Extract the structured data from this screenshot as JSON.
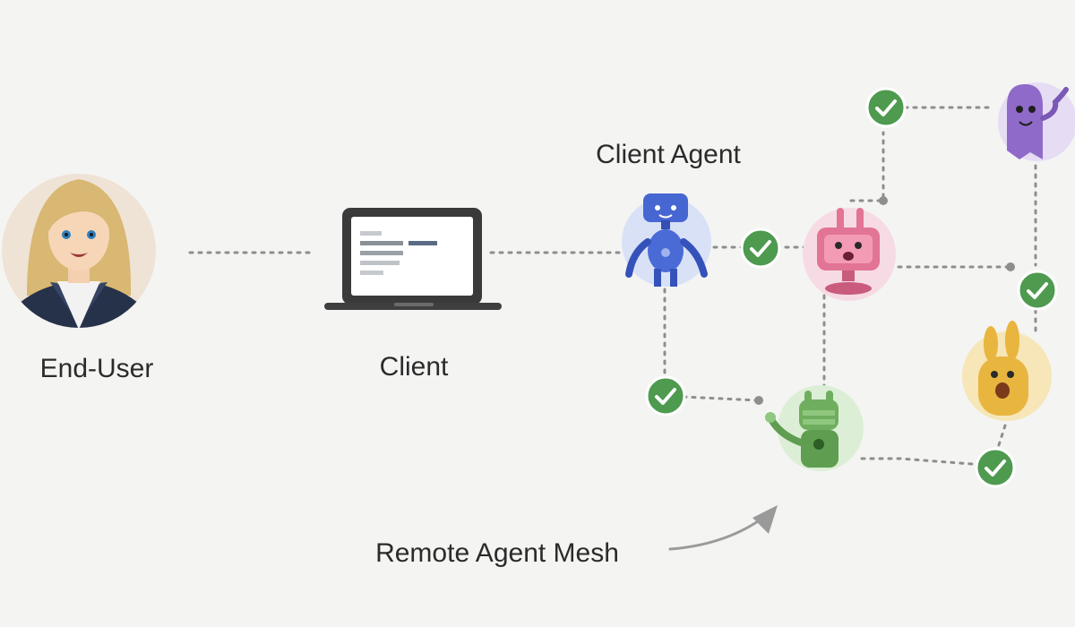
{
  "labels": {
    "end_user": "End-User",
    "client": "Client",
    "client_agent": "Client Agent",
    "mesh": "Remote Agent Mesh"
  },
  "icons": {
    "end_user": "user-avatar-icon",
    "client": "laptop-icon",
    "client_agent": "blue-robot-agent-icon",
    "remote_agents": [
      "purple-ghost-agent-icon",
      "pink-rabbit-robot-agent-icon",
      "yellow-bunny-agent-icon",
      "green-robot-agent-icon"
    ],
    "check": "checkmark-icon"
  },
  "colors": {
    "background": "#f4f4f3",
    "link": "#8e8e8e",
    "check": "#4e9a4f",
    "client_agent": "#4666d2",
    "agent_purple": "#8f6ac8",
    "agent_pink": "#e27495",
    "agent_yellow": "#e8b53f",
    "agent_green": "#6fae5e"
  }
}
